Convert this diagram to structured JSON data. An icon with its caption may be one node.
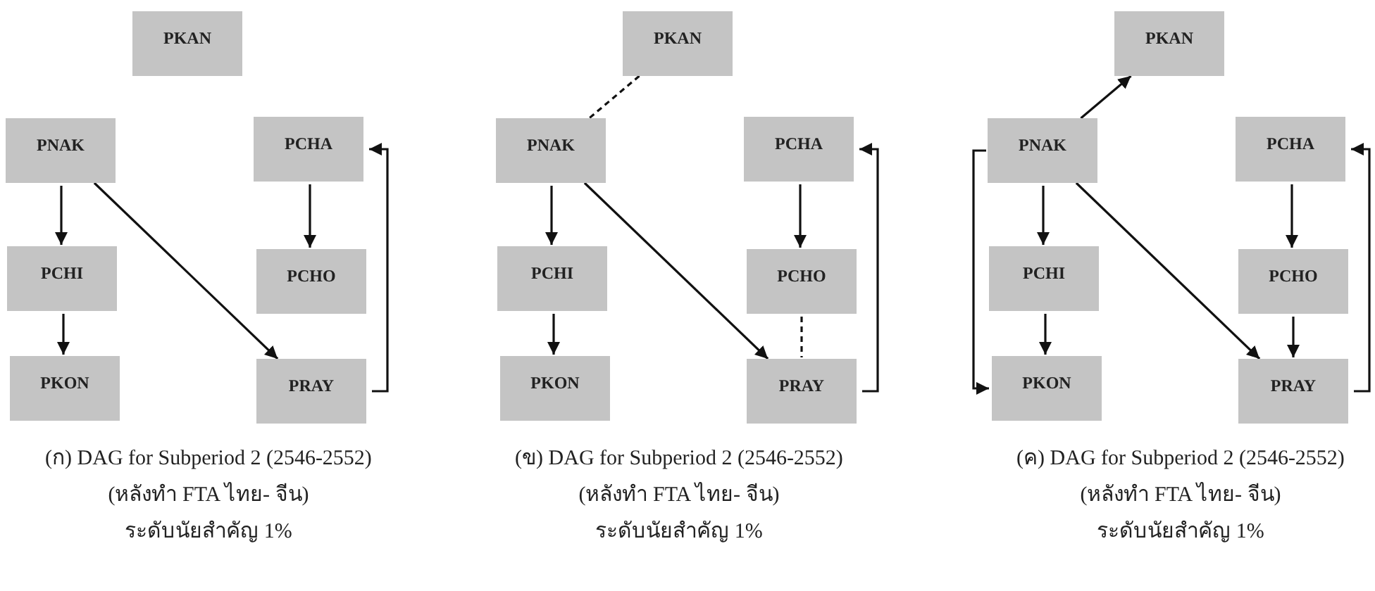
{
  "diagram": {
    "nodes": [
      {
        "text": [
          "PKAN"
        ]
      },
      {
        "text": [
          "PNAK"
        ]
      },
      {
        "text": [
          "PCHA"
        ]
      },
      {
        "text": [
          "PCHI"
        ]
      },
      {
        "text": [
          "PCHO"
        ]
      },
      {
        "text": [
          "PKON"
        ]
      },
      {
        "text": [
          "PRAY"
        ]
      },
      {
        "text": [
          "PKAN"
        ]
      },
      {
        "text": [
          "PNAK"
        ]
      },
      {
        "text": [
          "PCHA"
        ]
      },
      {
        "text": [
          "PCHI"
        ]
      },
      {
        "text": [
          "PCHO"
        ]
      },
      {
        "text": [
          "PKON"
        ]
      },
      {
        "text": [
          "PRAY"
        ]
      },
      {
        "text": [
          "PKAN"
        ]
      },
      {
        "text": [
          "PNAK"
        ]
      },
      {
        "text": [
          "PCHA"
        ]
      },
      {
        "text": [
          "PCHI"
        ]
      },
      {
        "text": [
          "PCHO"
        ]
      },
      {
        "text": [
          "PKON"
        ]
      },
      {
        "text": [
          "PRAY"
        ]
      }
    ],
    "edges": [
      {
        "from": 1,
        "to": 3,
        "arrow": "to"
      },
      {
        "from": 3,
        "to": 5,
        "arrow": "to"
      },
      {
        "from": 1,
        "to": 6,
        "arrow": "to"
      },
      {
        "from": 2,
        "to": 4,
        "arrow": "to"
      },
      {
        "from": 6,
        "to": 2,
        "arrow": "to"
      },
      {
        "from": 7,
        "to": 8,
        "arrow": "none",
        "style": "dashed"
      },
      {
        "from": 8,
        "to": 10,
        "arrow": "to"
      },
      {
        "from": 10,
        "to": 12,
        "arrow": "to"
      },
      {
        "from": 8,
        "to": 13,
        "arrow": "to"
      },
      {
        "from": 9,
        "to": 11,
        "arrow": "to"
      },
      {
        "from": 11,
        "to": 13,
        "arrow": "none",
        "style": "dashed"
      },
      {
        "from": 13,
        "to": 9,
        "arrow": "to"
      },
      {
        "from": 15,
        "to": 14,
        "arrow": "to"
      },
      {
        "from": 15,
        "to": 19,
        "arrow": "to"
      },
      {
        "from": 15,
        "to": 17,
        "arrow": "to"
      },
      {
        "from": 17,
        "to": 19,
        "arrow": "to"
      },
      {
        "from": 15,
        "to": 20,
        "arrow": "to"
      },
      {
        "from": 16,
        "to": 18,
        "arrow": "to"
      },
      {
        "from": 18,
        "to": 20,
        "arrow": "to"
      },
      {
        "from": 20,
        "to": 16,
        "arrow": "to"
      }
    ],
    "labels": [
      "(ก) DAG for Subperiod 2 (2546-2552)",
      "(หลังทำ FTA ไทย- จีน)",
      "ระดับนัยสำคัญ 1%",
      "(ข) DAG for Subperiod 2 (2546-2552)",
      "(หลังทำ FTA ไทย- จีน)",
      "ระดับนัยสำคัญ 1%",
      "(ค) DAG for Subperiod 2 (2546-2552)",
      "(หลังทำ FTA ไทย- จีน)",
      "ระดับนัยสำคัญ 1%"
    ]
  }
}
